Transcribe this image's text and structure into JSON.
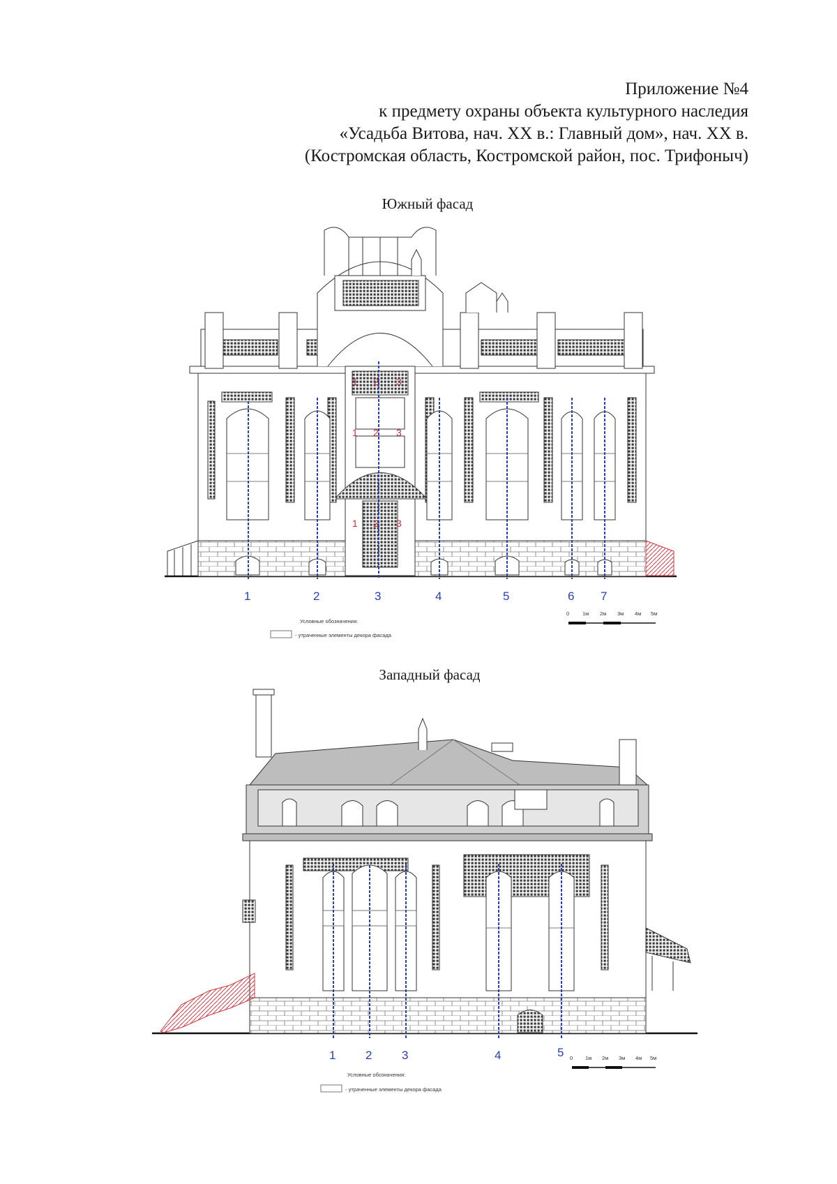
{
  "header": {
    "line1": "Приложение №4",
    "line2": "к предмету охраны объекта культурного наследия",
    "line3": "«Усадьба Витова, нач. XX в.: Главный дом», нач. XX в.",
    "line4": "(Костромская область, Костромской район, пос. Трифоныч)"
  },
  "south": {
    "caption": "Южный фасад",
    "axes": [
      "1",
      "2",
      "3",
      "4",
      "5",
      "6",
      "7"
    ],
    "bay_marks": [
      "1",
      "2",
      "3"
    ],
    "legend_title": "Условные обозначения:",
    "legend_item": "- утраченные элементы декора фасада",
    "scale": [
      "0",
      "1м",
      "2м",
      "3м",
      "4м",
      "5м"
    ]
  },
  "west": {
    "caption": "Западный фасад",
    "axes": [
      "1",
      "2",
      "3",
      "4",
      "5"
    ],
    "legend_title": "Условные обозначения:",
    "legend_item": "- утраченные элементы декора фасада",
    "scale": [
      "0",
      "1м",
      "2м",
      "3м",
      "4м",
      "5м"
    ]
  },
  "colors": {
    "axis": "#2a3fb0",
    "lost_decor": "#d23a44",
    "line": "#333333",
    "roof": "#bdbdbd"
  }
}
